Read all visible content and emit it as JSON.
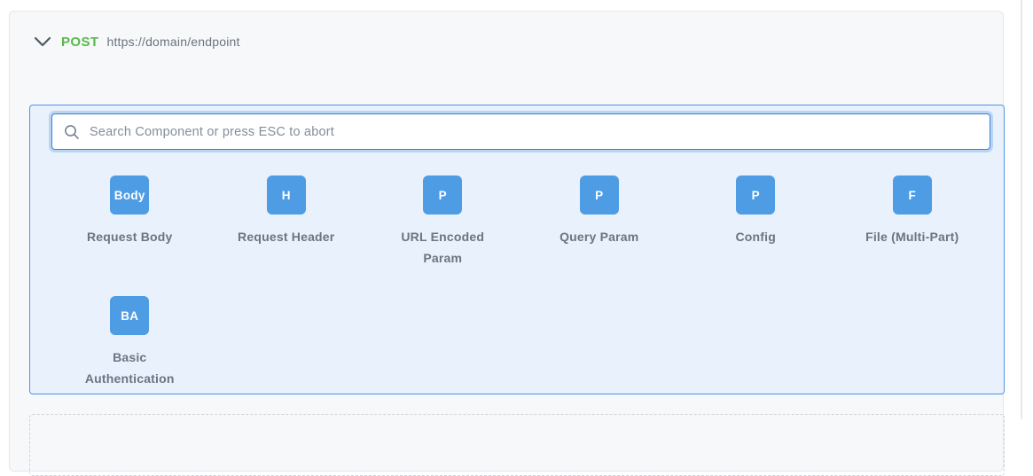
{
  "request": {
    "method": "POST",
    "url": "https://domain/endpoint"
  },
  "search": {
    "placeholder": "Search Component or press ESC to abort",
    "value": ""
  },
  "components": [
    {
      "badge": "Body",
      "label": "Request Body"
    },
    {
      "badge": "H",
      "label": "Request Header"
    },
    {
      "badge": "P",
      "label": "URL Encoded Param"
    },
    {
      "badge": "P",
      "label": "Query Param"
    },
    {
      "badge": "P",
      "label": "Config"
    },
    {
      "badge": "F",
      "label": "File (Multi-Part)"
    },
    {
      "badge": "BA",
      "label": "Basic Authentication"
    }
  ],
  "icons": {
    "chevron": "chevron-down-icon",
    "search": "search-icon"
  },
  "colors": {
    "method_green": "#57b947",
    "tile_blue": "#4d9ce4",
    "panel_blue_bg": "#e8f1fc",
    "panel_blue_border": "#5094e2",
    "outer_panel_bg": "#f6f8fa",
    "label_gray": "#6b7583"
  }
}
